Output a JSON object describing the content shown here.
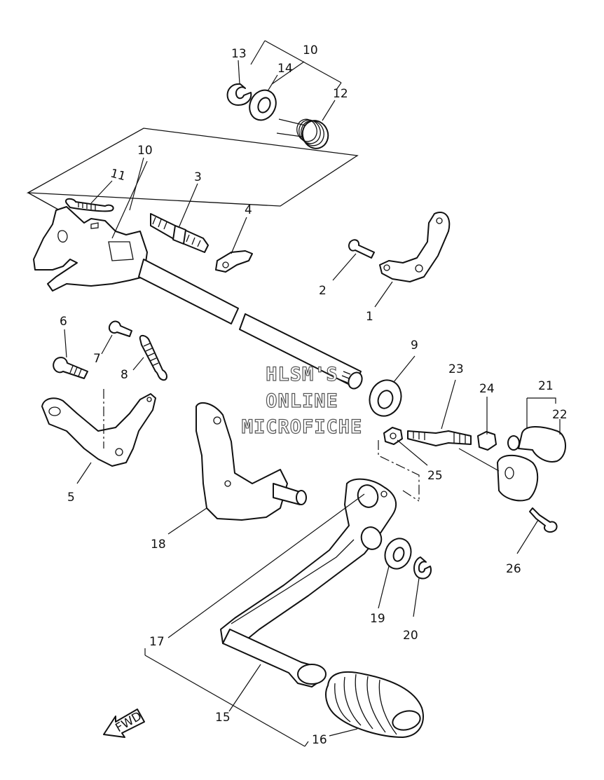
{
  "watermark": {
    "line1": "HLSM'S",
    "line2": "ONLINE",
    "line3": "MICROFICHE"
  },
  "fwd_label": "FWD",
  "callouts": {
    "c1": "1",
    "c2": "2",
    "c3": "3",
    "c4": "4",
    "c5": "5",
    "c6": "6",
    "c7": "7",
    "c8": "8",
    "c9": "9",
    "c10a": "10",
    "c10b": "10",
    "c11": "11",
    "c12": "12",
    "c13": "13",
    "c14": "14",
    "c15": "15",
    "c16": "16",
    "c17": "17",
    "c18": "18",
    "c19": "19",
    "c20": "20",
    "c21": "21",
    "c22": "22",
    "c23": "23",
    "c24": "24",
    "c25": "25",
    "c26": "26"
  },
  "colors": {
    "line": "#111111",
    "background": "#ffffff"
  }
}
